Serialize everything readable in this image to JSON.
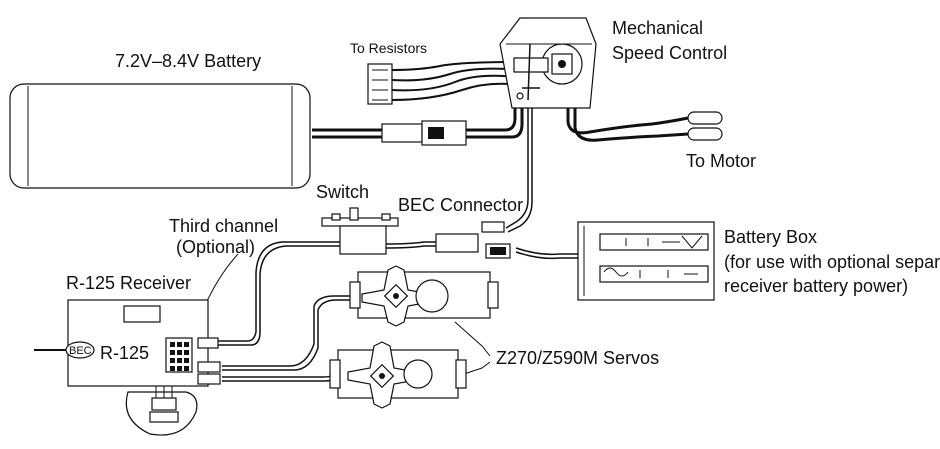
{
  "labels": {
    "battery": "7.2V–8.4V Battery",
    "to_resistors": "To Resistors",
    "speed_control_line1": "Mechanical",
    "speed_control_line2": "Speed Control",
    "to_motor": "To Motor",
    "switch": "Switch",
    "bec_connector": "BEC Connector",
    "third_channel_line1": "Third channel",
    "third_channel_line2": "(Optional)",
    "receiver_title": "R-125 Receiver",
    "receiver_model": "R-125",
    "bec_badge": "BEC",
    "servos": "Z270/Z590M Servos",
    "battery_box_line1": "Battery Box",
    "battery_box_line2": "(for use with optional separate",
    "battery_box_line3": "receiver battery power)"
  }
}
